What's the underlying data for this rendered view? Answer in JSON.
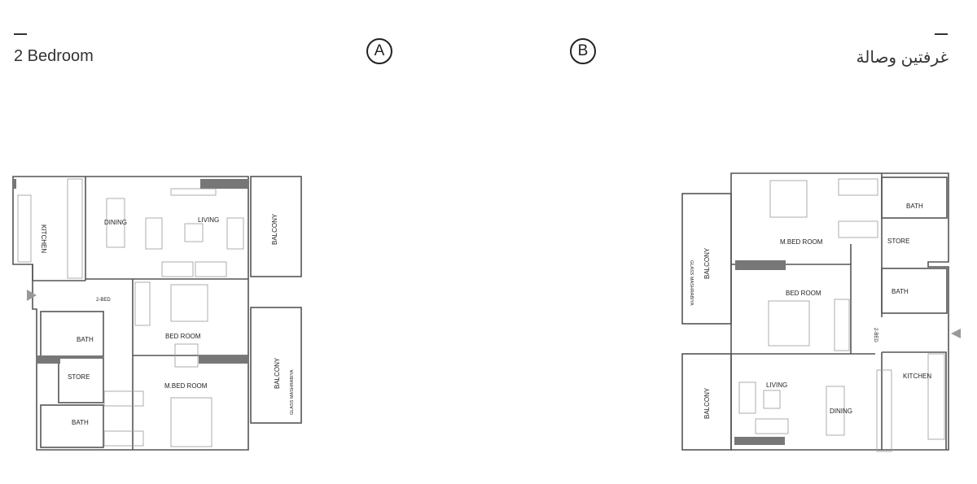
{
  "header": {
    "title_en": "2 Bedroom",
    "title_ar": "غرفتين وصالة",
    "option_a": "A",
    "option_b": "B"
  },
  "plan_a": {
    "kitchen": "KITCHEN",
    "dining": "DINING",
    "living": "LIVING",
    "balcony_1": "BALCONY",
    "balcony_2": "BALCONY",
    "glass": "GLASS MASHRABIYA",
    "unit": "2-BED",
    "bath_1": "BATH",
    "bath_2": "BATH",
    "store": "STORE",
    "bedroom": "BED ROOM",
    "master": "M.BED ROOM"
  },
  "plan_b": {
    "kitchen": "KITCHEN",
    "dining": "DINING",
    "living": "LIVING",
    "balcony_1": "BALCONY",
    "balcony_2": "BALCONY",
    "glass": "GLASS MASHRABIYA",
    "unit": "2-BED",
    "bath_1": "BATH",
    "bath_2": "BATH",
    "store": "STORE",
    "bedroom": "BED ROOM",
    "master": "M.BED ROOM"
  }
}
